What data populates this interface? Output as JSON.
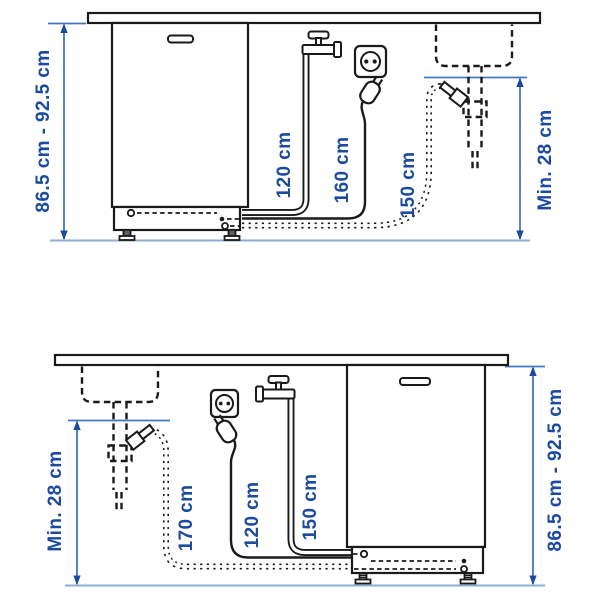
{
  "colors": {
    "line_art": "#1a1a1a",
    "label_text": "#1b4a9e",
    "dimension_line": "#3f76bf",
    "arrowhead": "#1b4a9e",
    "floor_line": "#8fabd3"
  },
  "diagram_top": {
    "cabinet_height_label": "86.5 cm - 92.5 cm",
    "supply_hose_label": "120 cm",
    "power_cord_label": "160 cm",
    "drain_hose_label": "150 cm",
    "drain_min_height_label": "Min. 28 cm"
  },
  "diagram_bottom": {
    "drain_min_height_label": "Min. 28 cm",
    "drain_hose_label": "170 cm",
    "power_cord_label": "120 cm",
    "supply_hose_label": "150 cm",
    "cabinet_height_label": "86.5 cm - 92.5 cm"
  }
}
